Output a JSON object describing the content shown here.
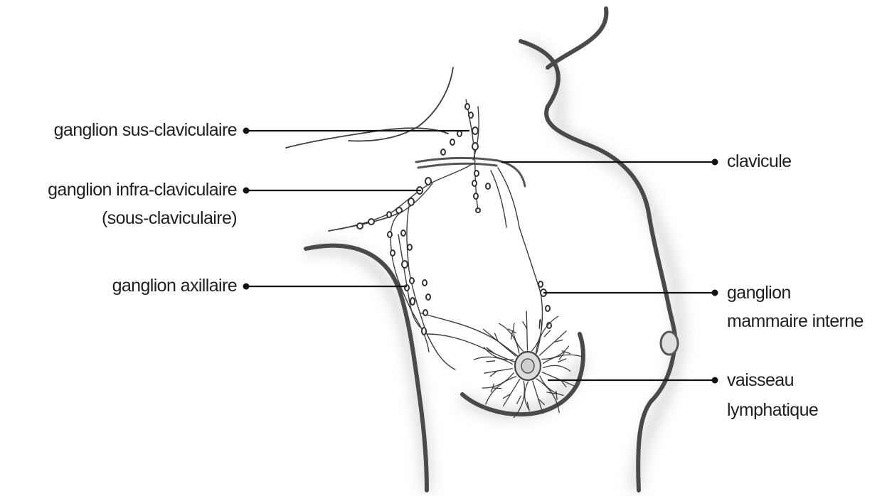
{
  "labels": {
    "supraclavicular": "ganglion sus-claviculaire",
    "infraclavicular_line1": "ganglion infra-claviculaire",
    "infraclavicular_line2": "(sous-claviculaire)",
    "axillary": "ganglion axillaire",
    "clavicle": "clavicule",
    "internal_mammary_line1": "ganglion",
    "internal_mammary_line2": "mammaire interne",
    "lymph_vessel_line1": "vaisseau",
    "lymph_vessel_line2": "lymphatique"
  },
  "colors": {
    "body_outline": "#4a4a4a",
    "body_shadow": "#cfcfcf",
    "thin_line": "#3c3c3c",
    "leader_line": "#111111",
    "areola_fill": "#d9d9d9",
    "text": "#1f1f1f"
  }
}
